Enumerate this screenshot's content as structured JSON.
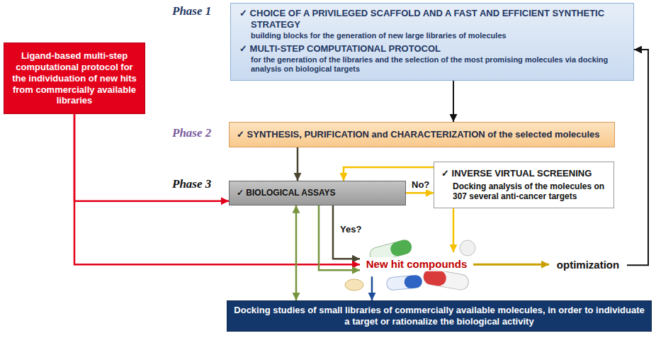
{
  "diagram": {
    "nodes": [
      {
        "text": [
          "✓ CHOICE OF A PRIVILEGED SCAFFOLD AND A FAST AND EFFICIENT SYNTHETIC STRATEGY",
          "building blocks for the generation of new large libraries of molecules",
          "✓ MULTI-STEP COMPUTATIONAL PROTOCOL",
          "for the generation of the libraries and the selection of the most promising molecules via docking analysis on biological targets"
        ]
      },
      {
        "text": [
          "Ligand-based multi-step computational protocol for the individuation of new hits from commercially available libraries"
        ]
      },
      {
        "text": [
          "✓ SYNTHESIS, PURIFICATION and CHARACTERIZATION of the selected molecules"
        ]
      },
      {
        "text": [
          "✓ BIOLOGICAL ASSAYS"
        ]
      },
      {
        "text": [
          "✓ INVERSE VIRTUAL SCREENING",
          "Docking analysis of the molecules on 307 several anti-cancer targets"
        ]
      },
      {
        "text": [
          "New hit compounds"
        ]
      },
      {
        "text": [
          "optimization"
        ]
      },
      {
        "text": [
          "Docking studies of small libraries of commercially available molecules, in order to individuate a target or rationalize the biological activity"
        ]
      }
    ],
    "edges": [
      {
        "from": 0,
        "to": 2,
        "arrow": "to"
      },
      {
        "from": 2,
        "to": 3,
        "arrow": "to"
      },
      {
        "from": 1,
        "to": 3,
        "arrow": "to"
      },
      {
        "from": 3,
        "to": 4,
        "label": "No?",
        "arrow": "to"
      },
      {
        "from": 4,
        "to": 3,
        "arrow": "to"
      },
      {
        "from": 3,
        "to": 5,
        "label": "Yes?",
        "arrow": "to"
      },
      {
        "from": 4,
        "to": 5,
        "arrow": "to"
      },
      {
        "from": 1,
        "to": 5,
        "arrow": "to"
      },
      {
        "from": 3,
        "to": 7,
        "arrow": "both"
      },
      {
        "from": 3,
        "to": 5,
        "arrow": "to"
      },
      {
        "from": 5,
        "to": 7,
        "arrow": "to"
      },
      {
        "from": 5,
        "to": 6,
        "arrow": "to"
      },
      {
        "from": 6,
        "to": 0,
        "arrow": "to"
      }
    ],
    "labels": [
      "Phase 1",
      "Phase 2",
      "Phase 3"
    ]
  }
}
